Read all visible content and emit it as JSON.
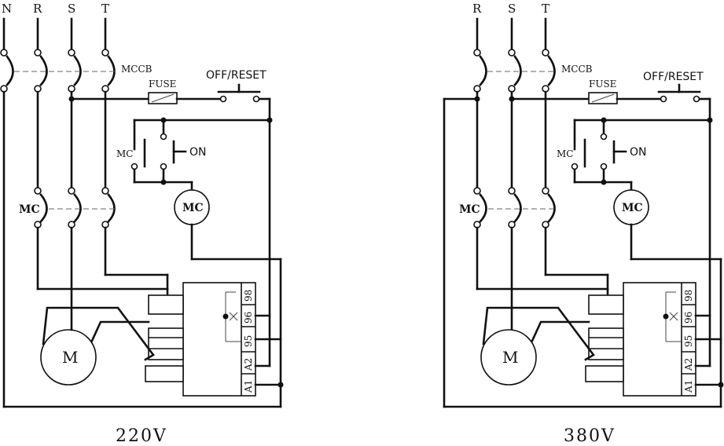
{
  "left": {
    "phase_labels": [
      "N",
      "R",
      "S",
      "T"
    ],
    "mccb_label": "MCCB",
    "fuse_label": "FUSE",
    "off_reset_label": "OFF/RESET",
    "mc_aux_label": "MC",
    "on_label": "ON",
    "mc_main_label": "MC",
    "mc_coil_label": "MC",
    "motor_label": "M",
    "terminals": [
      "98",
      "96",
      "95",
      "A2",
      "A1"
    ],
    "voltage": "220V"
  },
  "right": {
    "phase_labels": [
      "R",
      "S",
      "T"
    ],
    "mccb_label": "MCCB",
    "fuse_label": "FUSE",
    "off_reset_label": "OFF/RESET",
    "mc_aux_label": "MC",
    "on_label": "ON",
    "mc_main_label": "MC",
    "mc_coil_label": "MC",
    "motor_label": "M",
    "terminals": [
      "98",
      "96",
      "95",
      "A2",
      "A1"
    ],
    "voltage": "380V"
  }
}
